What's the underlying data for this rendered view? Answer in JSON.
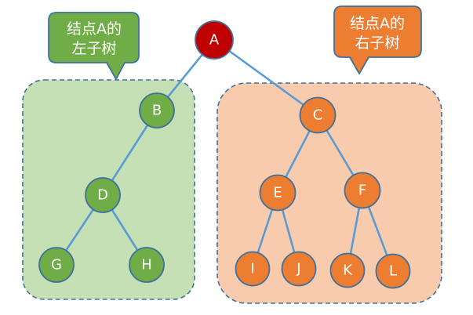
{
  "diagram": {
    "callouts": {
      "left": {
        "line1": "结点A的",
        "line2": "左子树"
      },
      "right": {
        "line1": "结点A的",
        "line2": "右子树"
      }
    },
    "nodes": {
      "A": {
        "label": "A"
      },
      "B": {
        "label": "B"
      },
      "C": {
        "label": "C"
      },
      "D": {
        "label": "D"
      },
      "E": {
        "label": "E"
      },
      "F": {
        "label": "F"
      },
      "G": {
        "label": "G"
      },
      "H": {
        "label": "H"
      },
      "I": {
        "label": "I"
      },
      "J": {
        "label": "J"
      },
      "K": {
        "label": "K"
      },
      "L": {
        "label": "L"
      }
    },
    "edges": [
      [
        "A",
        "B"
      ],
      [
        "A",
        "C"
      ],
      [
        "B",
        "D"
      ],
      [
        "D",
        "G"
      ],
      [
        "D",
        "H"
      ],
      [
        "C",
        "E"
      ],
      [
        "C",
        "F"
      ],
      [
        "E",
        "I"
      ],
      [
        "E",
        "J"
      ],
      [
        "F",
        "K"
      ],
      [
        "F",
        "L"
      ]
    ],
    "colors": {
      "root_node_fill": "#C00000",
      "left_node_fill": "#70AD47",
      "right_node_fill": "#ED7D31",
      "left_callout_fill": "#70AD47",
      "right_callout_fill": "#ED7D31",
      "left_panel_fill": "#C5E0B4",
      "right_panel_fill": "#F8CBAD",
      "node_stroke": "#41719C",
      "edge_stroke": "#5B9BD5",
      "label_color": "#FFFFFF"
    }
  }
}
